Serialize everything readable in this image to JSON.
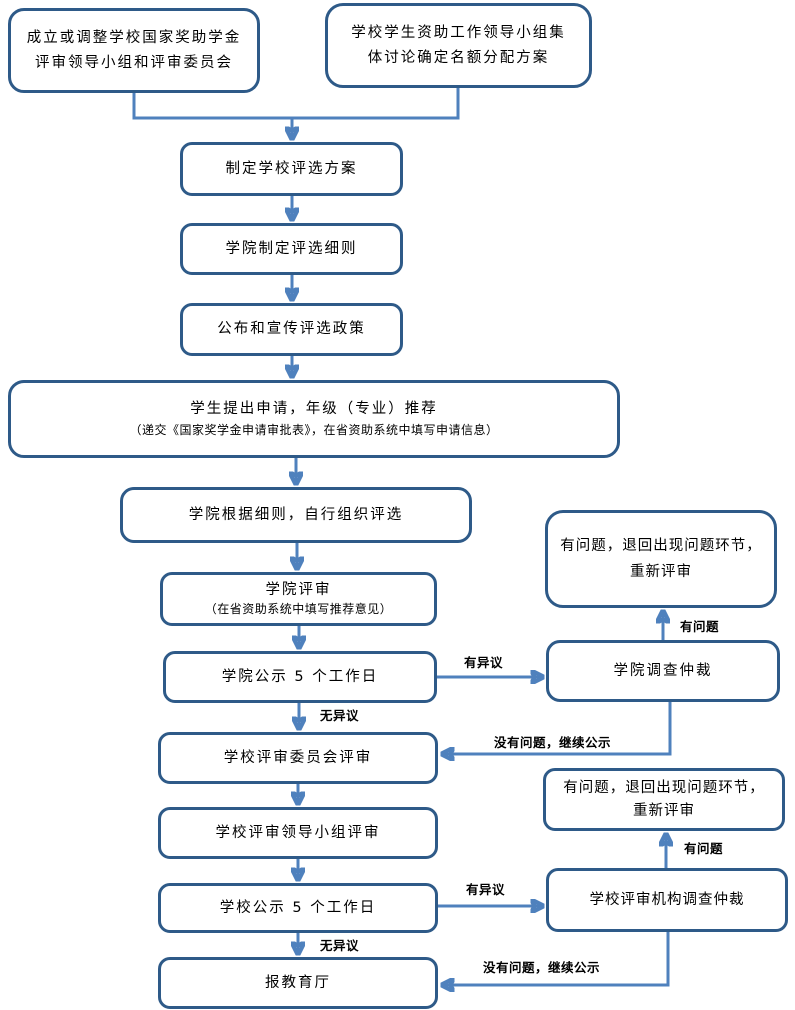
{
  "diagram_type": "flowchart",
  "colors": {
    "connector": "#4f81bd",
    "node_border": "#2e5a88",
    "node_fill": "#ffffff",
    "text": "#000000"
  },
  "nodes": {
    "setup_committee": {
      "lines": [
        "成立或调整学校国家奖助学金",
        "评审领导小组和评审委员会"
      ]
    },
    "quota_plan": {
      "lines": [
        "学校学生资助工作领导小组集",
        "体讨论确定名额分配方案"
      ]
    },
    "school_plan": {
      "lines": [
        "制定学校评选方案"
      ]
    },
    "college_rules": {
      "lines": [
        "学院制定评选细则"
      ]
    },
    "publicize_policy": {
      "lines": [
        "公布和宣传评选政策"
      ]
    },
    "student_apply": {
      "lines": [
        "学生提出申请，年级（专业）推荐",
        "（递交《国家奖学金申请审批表》，在省资助系统中填写申请信息）"
      ]
    },
    "college_organize": {
      "lines": [
        "学院根据细则，自行组织评选"
      ]
    },
    "college_review": {
      "lines": [
        "学院评审",
        "（在省资助系统中填写推荐意见）"
      ]
    },
    "college_publicity": {
      "lines": [
        "学院公示 5 个工作日"
      ]
    },
    "return_rework_1": {
      "lines": [
        "有问题，退回出现问题环节，",
        "重新评审"
      ]
    },
    "college_arbitration": {
      "lines": [
        "学院调查仲裁"
      ]
    },
    "school_committee_review": {
      "lines": [
        "学校评审委员会评审"
      ]
    },
    "return_rework_2": {
      "lines": [
        "有问题，退回出现问题环节，",
        "重新评审"
      ]
    },
    "school_leading_group_review": {
      "lines": [
        "学校评审领导小组评审"
      ]
    },
    "school_publicity": {
      "lines": [
        "学校公示 5 个工作日"
      ]
    },
    "school_arbitration": {
      "lines": [
        "学校评审机构调查仲裁"
      ]
    },
    "report_education_dept": {
      "lines": [
        "报教育厅"
      ]
    }
  },
  "edge_labels": {
    "objection_1": "有异议",
    "no_objection_1": "无异议",
    "problem_1": "有问题",
    "no_problem_continue_1": "没有问题，继续公示",
    "objection_2": "有异议",
    "problem_2": "有问题",
    "no_objection_2": "无异议",
    "no_problem_continue_2": "没有问题，继续公示"
  }
}
